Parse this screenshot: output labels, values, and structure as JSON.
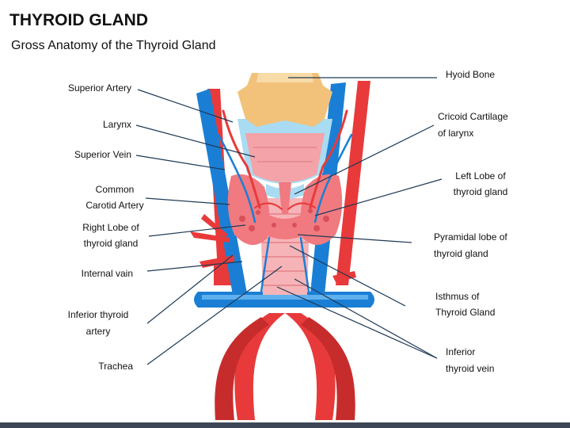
{
  "title": "THYROID GLAND",
  "subtitle": "Gross Anatomy of the Thyroid Gland",
  "labels": {
    "hyoid_bone": "Hyoid Bone",
    "cricoid_1": "Cricoid Cartilage",
    "cricoid_2": "of larynx",
    "left_lobe_1": "Left Lobe of",
    "left_lobe_2": "thyroid gland",
    "pyramidal_1": "Pyramidal lobe of",
    "pyramidal_2": "thyroid gland",
    "isthmus_1": "Isthmus of",
    "isthmus_2": "Thyroid Gland",
    "inf_vein_1": "Inferior",
    "inf_vein_2": "thyroid vein",
    "sup_artery": "Superior Artery",
    "larynx": "Larynx",
    "sup_vein": "Superior Vein",
    "carotid_1": "Common",
    "carotid_2": "Carotid Artery",
    "right_lobe_1": "Right Lobe of",
    "right_lobe_2": "thyroid gland",
    "internal_vain": "Internal vain",
    "inf_artery_1": "Inferior thyroid",
    "inf_artery_2": "artery",
    "trachea": "Trachea"
  },
  "colors": {
    "artery": "#e83a3a",
    "vein": "#1a7fd4",
    "thyroid": "#f07a80",
    "cartilage": "#f4a3a8",
    "hyoid": "#f2c27a",
    "larynx_blue": "#a9dcf2",
    "leader": "#1f3a55"
  }
}
